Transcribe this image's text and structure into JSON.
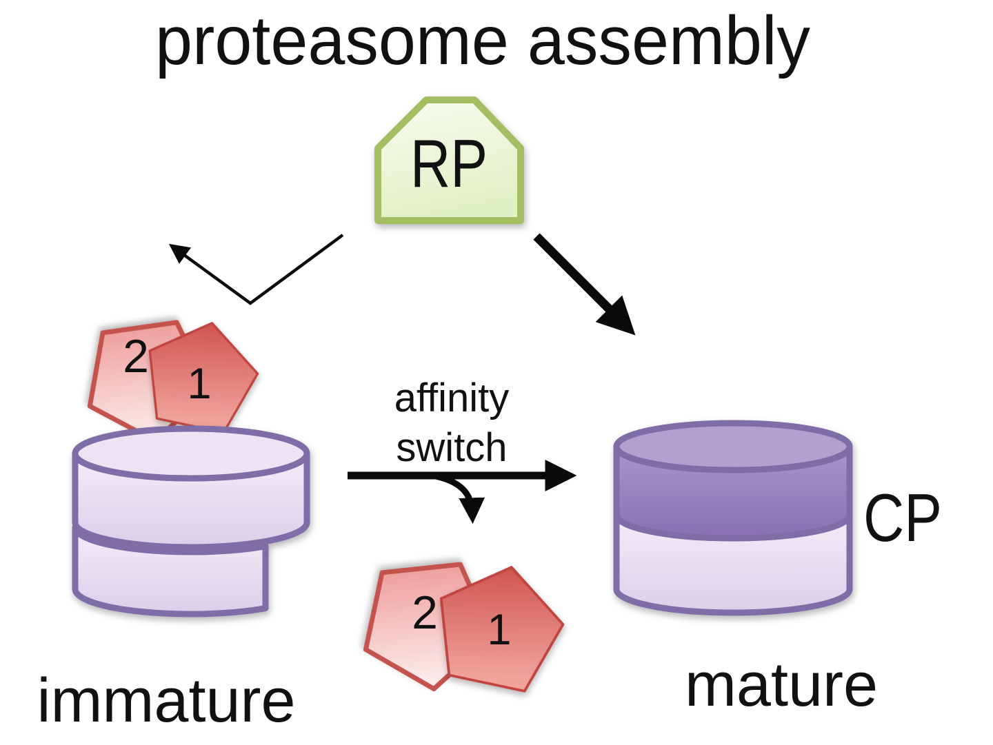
{
  "figure": {
    "title": "proteasome assembly",
    "regulatory_particle": {
      "label": "RP"
    },
    "core_particle": {
      "label": "CP"
    },
    "states": {
      "immature": "immature",
      "mature": "mature"
    },
    "process": {
      "line1": "affinity",
      "line2": "switch"
    },
    "chaperones": {
      "one": "1",
      "two": "2"
    }
  },
  "colors": {
    "background": "#ffffff",
    "text": "#111111",
    "arrow": "#0a0a0a",
    "rp_border": "#a4bf62",
    "rp_fill_top": "#f8fcf0",
    "rp_fill_bottom": "#e2f0c5",
    "cylinder_border": "#7e6da7",
    "cylinder_fill_light_top": "#f2eef9",
    "cylinder_fill_light_bottom": "#d9cfe9",
    "cylinder_top_ellipse": "#eae4f4",
    "mature_band_top": "#a997cb",
    "mature_band_bottom": "#8870b3",
    "mature_top_ellipse": "#b1a1d0",
    "chaperone2_border": "#c5524e",
    "chaperone2_fill_light": "#fdf1f1",
    "chaperone2_fill_dark": "#eea09e",
    "chaperone1_border": "#c0443f",
    "chaperone1_fill_dark": "#cd4c48",
    "chaperone1_fill_light": "#f0a29b"
  }
}
